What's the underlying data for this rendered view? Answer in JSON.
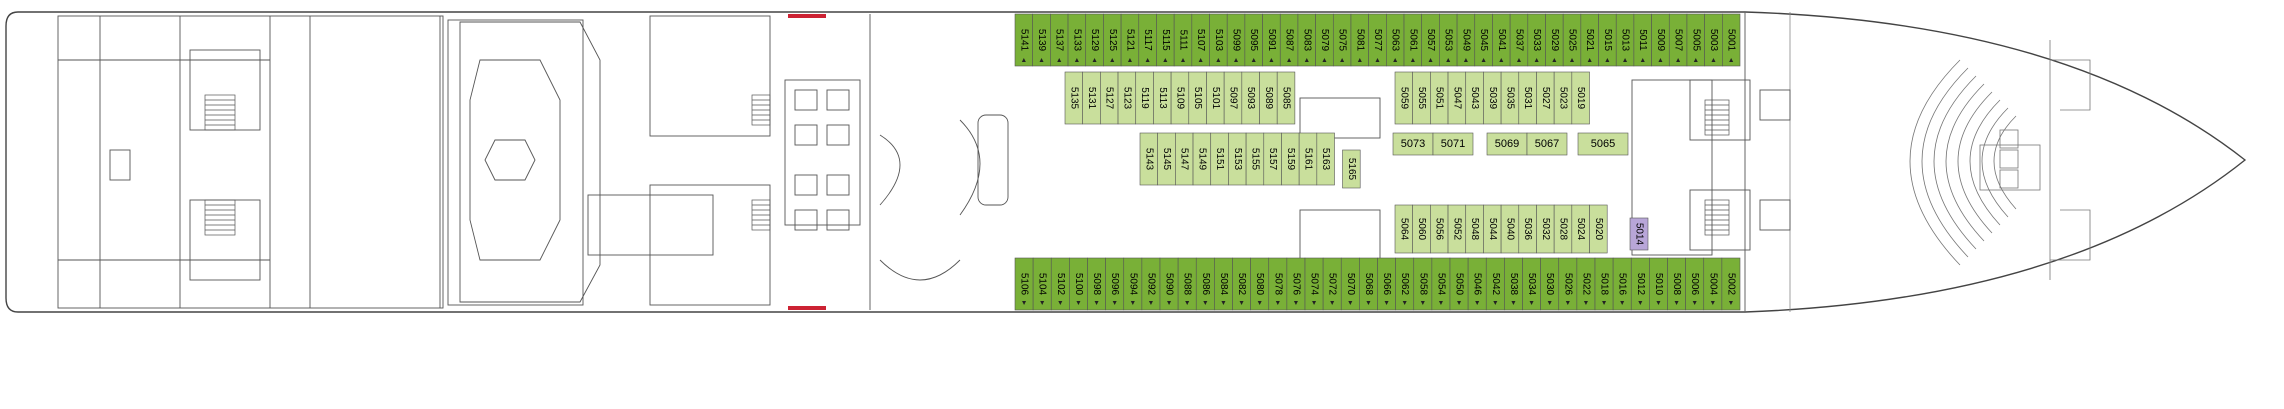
{
  "colors": {
    "balcony": "#79b037",
    "inside": "#c9df9c",
    "suite": "#b8a6d8",
    "outline": "#555555",
    "accent_red": "#cc2233",
    "background": "#ffffff"
  },
  "cabins": {
    "top_row": [
      "5141",
      "5139",
      "5137",
      "5133",
      "5129",
      "5125",
      "5121",
      "5117",
      "5115",
      "5111",
      "5107",
      "5103",
      "5099",
      "5095",
      "5091",
      "5087",
      "5083",
      "5079",
      "5075",
      "5081",
      "5077",
      "5063",
      "5061",
      "5057",
      "5053",
      "5049",
      "5045",
      "5041",
      "5037",
      "5033",
      "5029",
      "5025",
      "5021",
      "5015",
      "5013",
      "5011",
      "5009",
      "5007",
      "5005",
      "5003",
      "5001"
    ],
    "upper_inner": [
      "5135",
      "5131",
      "5127",
      "5123",
      "5119",
      "5113",
      "5109",
      "5105",
      "5101",
      "5097",
      "5093",
      "5089",
      "5085"
    ],
    "upper_inner_right": [
      "5059",
      "5055",
      "5051",
      "5047",
      "5043",
      "5039",
      "5035",
      "5031",
      "5027",
      "5023",
      "5019"
    ],
    "middle_block": [
      "5143",
      "5145",
      "5147",
      "5149",
      "5151",
      "5153",
      "5155",
      "5157",
      "5159",
      "5161",
      "5163"
    ],
    "middle_single": "5165",
    "middle_row": [
      "5073",
      "5071",
      "5069",
      "5067",
      "5065"
    ],
    "lower_inner": [
      "5064",
      "5060",
      "5056",
      "5052",
      "5048",
      "5044",
      "5040",
      "5036",
      "5032",
      "5028",
      "5024",
      "5020"
    ],
    "suite_cabin": "5014",
    "bottom_row": [
      "5106",
      "5104",
      "5102",
      "5100",
      "5098",
      "5096",
      "5094",
      "5092",
      "5090",
      "5088",
      "5086",
      "5084",
      "5082",
      "5080",
      "5078",
      "5076",
      "5074",
      "5072",
      "5070",
      "5068",
      "5066",
      "5062",
      "5058",
      "5054",
      "5050",
      "5046",
      "5042",
      "5038",
      "5034",
      "5030",
      "5026",
      "5022",
      "5018",
      "5016",
      "5012",
      "5010",
      "5008",
      "5006",
      "5004",
      "5002"
    ]
  },
  "icons": {
    "stairs": "stairs-icon",
    "elevator": "elevator-icon",
    "theater": "theater-seating-icon"
  }
}
